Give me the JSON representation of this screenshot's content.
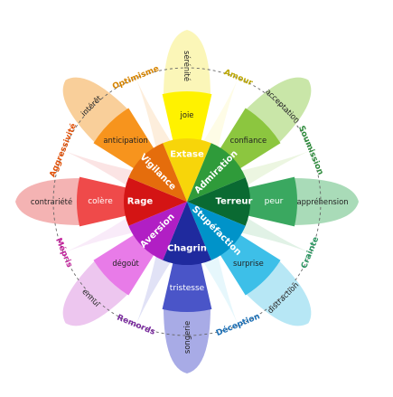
{
  "petals": [
    {
      "key": "yellow",
      "outer": "sérénité",
      "middle": "joie",
      "core": "Extase",
      "colors": [
        "#fbf6b8",
        "#fff200",
        "#f7d50a"
      ]
    },
    {
      "key": "lightgreen",
      "outer": "acceptation",
      "middle": "confiance",
      "core": "Admiration",
      "colors": [
        "#c9e6a8",
        "#8cc63f",
        "#2f9b3a"
      ]
    },
    {
      "key": "darkgreen",
      "outer": "appréhension",
      "middle": "peur",
      "core": "Terreur",
      "colors": [
        "#a9dbb8",
        "#3aa860",
        "#0a6a32"
      ]
    },
    {
      "key": "cyan",
      "outer": "distraction",
      "middle": "surprise",
      "core": "Stupéfaction",
      "colors": [
        "#b7e7f5",
        "#3dbfe8",
        "#0093c9"
      ]
    },
    {
      "key": "blue",
      "outer": "songerie",
      "middle": "tristesse",
      "core": "Chagrin",
      "colors": [
        "#a8abe6",
        "#4a55c8",
        "#1f2a9e"
      ]
    },
    {
      "key": "purple",
      "outer": "ennui",
      "middle": "dégoût",
      "core": "Aversion",
      "colors": [
        "#edc6ef",
        "#e87be8",
        "#b11fc4"
      ]
    },
    {
      "key": "red",
      "outer": "contrariété",
      "middle": "colère",
      "core": "Rage",
      "colors": [
        "#f4b3b3",
        "#ef4a4a",
        "#d41414"
      ]
    },
    {
      "key": "orange",
      "outer": "intérêt",
      "middle": "anticipation",
      "core": "Vigilance",
      "colors": [
        "#f9cf9a",
        "#f7941d",
        "#e56d0c"
      ]
    }
  ],
  "combinations": [
    {
      "label": "Amour",
      "color": "#bba600"
    },
    {
      "label": "Soumission",
      "color": "#2e8b3c"
    },
    {
      "label": "Crainte",
      "color": "#2a9560"
    },
    {
      "label": "Déception",
      "color": "#1b6fb5"
    },
    {
      "label": "Remords",
      "color": "#7a2c9e"
    },
    {
      "label": "Mépris",
      "color": "#c0209a"
    },
    {
      "label": "Aggressivité",
      "color": "#e0530c"
    },
    {
      "label": "Optimisme",
      "color": "#d68400"
    }
  ]
}
